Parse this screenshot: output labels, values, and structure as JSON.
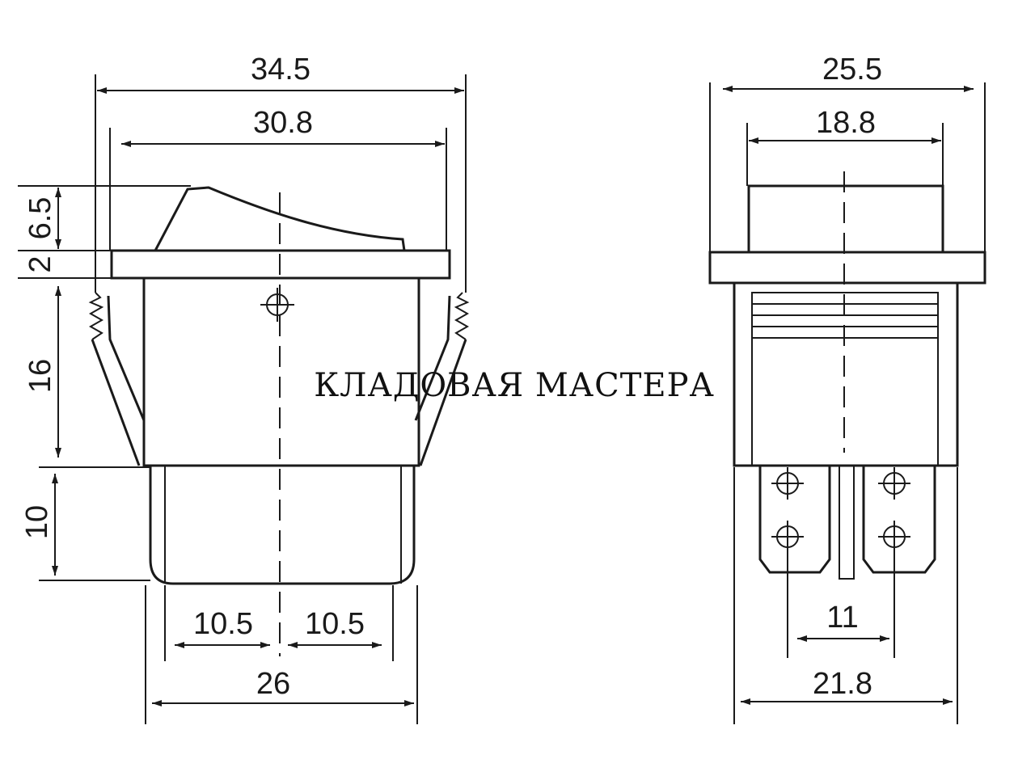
{
  "front_view": {
    "overall_width": "34.5",
    "flange_width": "30.8",
    "rocker_height": "6.5",
    "flange_thickness": "2",
    "body_height": "16",
    "terminal_height": "10",
    "terminal_pitch_left": "10.5",
    "terminal_pitch_right": "10.5",
    "body_width": "26"
  },
  "side_view": {
    "overall_width": "25.5",
    "rocker_width": "18.8",
    "terminal_pitch": "11",
    "body_width": "21.8"
  },
  "watermark": "КЛАДОВАЯ МАСТЕРА"
}
